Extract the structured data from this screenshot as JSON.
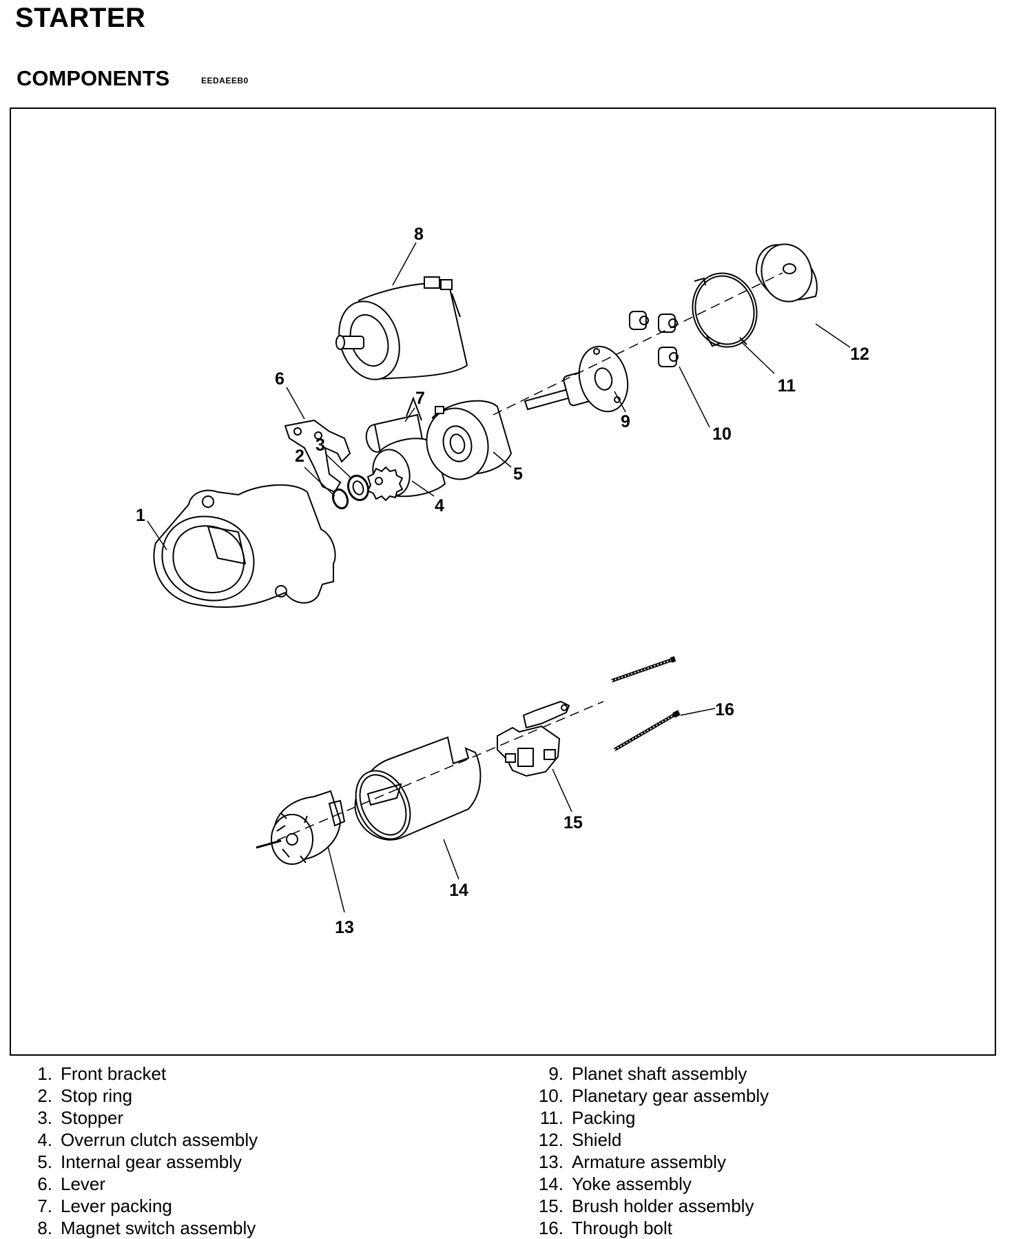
{
  "header": {
    "title": "STARTER",
    "subtitle": "COMPONENTS",
    "code": "EEDAEEB0"
  },
  "callouts": [
    "1",
    "2",
    "3",
    "4",
    "5",
    "6",
    "7",
    "8",
    "9",
    "10",
    "11",
    "12",
    "13",
    "14",
    "15",
    "16"
  ],
  "legend": {
    "left": [
      {
        "num": "1.",
        "label": "Front bracket"
      },
      {
        "num": "2.",
        "label": "Stop ring"
      },
      {
        "num": "3.",
        "label": "Stopper"
      },
      {
        "num": "4.",
        "label": "Overrun clutch assembly"
      },
      {
        "num": "5.",
        "label": "Internal gear assembly"
      },
      {
        "num": "6.",
        "label": "Lever"
      },
      {
        "num": "7.",
        "label": "Lever packing"
      },
      {
        "num": "8.",
        "label": "Magnet switch assembly"
      }
    ],
    "right": [
      {
        "num": "9.",
        "label": "Planet shaft assembly"
      },
      {
        "num": "10.",
        "label": "Planetary gear assembly"
      },
      {
        "num": "11.",
        "label": "Packing"
      },
      {
        "num": "12.",
        "label": "Shield"
      },
      {
        "num": "13.",
        "label": "Armature assembly"
      },
      {
        "num": "14.",
        "label": "Yoke assembly"
      },
      {
        "num": "15.",
        "label": "Brush holder assembly"
      },
      {
        "num": "16.",
        "label": "Through bolt"
      }
    ]
  }
}
